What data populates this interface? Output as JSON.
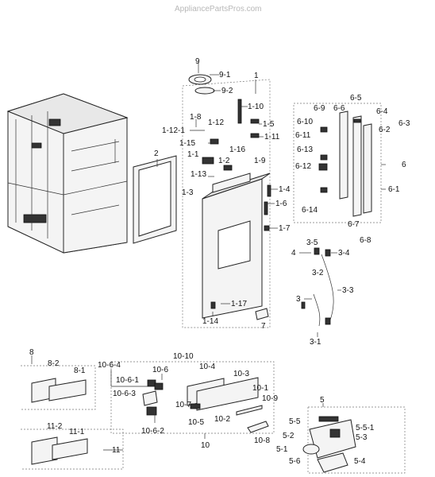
{
  "watermark": "AppliancePartsPros.com",
  "labels": {
    "l9": "9",
    "l9_1": "9-1",
    "l9_2": "9-2",
    "l1": "1",
    "l1_10": "1-10",
    "l1_5": "1-5",
    "l1_11": "1-11",
    "l1_8": "1-8",
    "l1_12_1": "1-12-1",
    "l1_12": "1-12",
    "l1_15": "1-15",
    "l1_16": "1-16",
    "l1_1": "1-1",
    "l1_2": "1-2",
    "l1_9": "1-9",
    "l1_13": "1-13",
    "l1_3": "1-3",
    "l1_4": "1-4",
    "l1_6": "1-6",
    "l1_7": "1-7",
    "l1_17": "1-17",
    "l1_14": "1-14",
    "l7": "7",
    "l2": "2",
    "l6_5": "6-5",
    "l6_9": "6-9",
    "l6_6": "6-6",
    "l6_4": "6-4",
    "l6_3": "6-3",
    "l6_10": "6-10",
    "l6_2": "6-2",
    "l6_11": "6-11",
    "l6_13": "6-13",
    "l6": "6",
    "l6_12": "6-12",
    "l6_1": "6-1",
    "l6_14": "6-14",
    "l6_7": "6-7",
    "l6_8": "6-8",
    "l3_5": "3-5",
    "l4": "4",
    "l3_4": "3-4",
    "l3_2": "3-2",
    "l3": "3",
    "l3_3": "3-3",
    "l3_1": "3-1",
    "l8": "8",
    "l8_2": "8-2",
    "l8_1": "8-1",
    "l10_6_4": "10-6-4",
    "l10_10": "10-10",
    "l10_6_1": "10-6-1",
    "l10_6": "10-6",
    "l10_4": "10-4",
    "l10_3": "10-3",
    "l10_6_3": "10-6-3",
    "l10_1": "10-1",
    "l10_9": "10-9",
    "l10_7": "10-7",
    "l10_5": "10-5",
    "l10_2": "10-2",
    "l10_6_2": "10-6-2",
    "l10_8": "10-8",
    "l10": "10",
    "l11_2": "11-2",
    "l11_1": "11-1",
    "l11": "11",
    "l5": "5",
    "l5_5": "5-5",
    "l5_5_1": "5-5-1",
    "l5_2": "5-2",
    "l5_3": "5-3",
    "l5_1": "5-1",
    "l5_6": "5-6",
    "l5_4": "5-4"
  }
}
